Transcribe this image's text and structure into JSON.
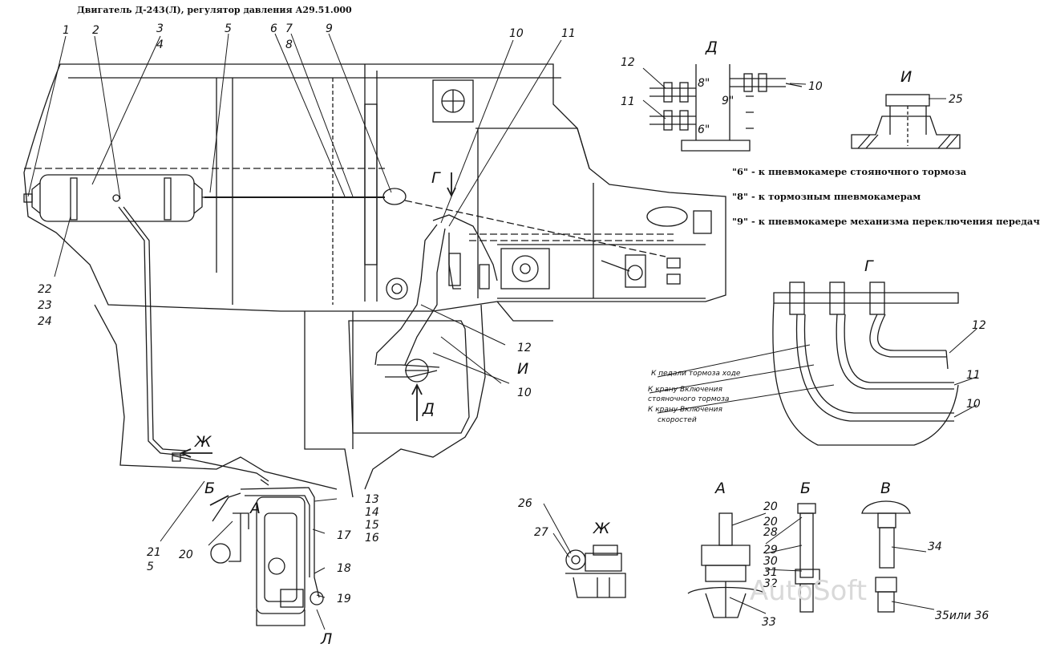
{
  "title": "Двигатель Д-243(Л), регулятор давления А29.51.000",
  "notes": [
    "\"6\" - к пневмокамере стояночного тормоза",
    "\"8\" - к тормозным пневмокамерам",
    "\"9\" - к пневмокамере механизма переключения передач"
  ],
  "view_labels": [
    "Д",
    "И",
    "Г",
    "Ж",
    "А",
    "Б",
    "В",
    "Л"
  ],
  "detail_d_marks": [
    "8\"",
    "9\"",
    "6\""
  ],
  "detail_g_labels": [
    "К педали тормоза ходе",
    "К крану Включения",
    "стояночного тормоза",
    "К крану Включения",
    "скоростей"
  ],
  "callouts_main": [
    "1",
    "2",
    "3",
    "4",
    "5",
    "6",
    "7",
    "8",
    "9",
    "10",
    "11",
    "22",
    "23",
    "24",
    "12",
    "10",
    "21",
    "5",
    "20",
    "13",
    "14",
    "15",
    "16",
    "17",
    "18",
    "19"
  ],
  "callouts_details": [
    "12",
    "11",
    "10",
    "25",
    "12",
    "11",
    "10",
    "26",
    "27",
    "20",
    "20",
    "28",
    "29",
    "30",
    "31",
    "32",
    "33",
    "34",
    "35или 36"
  ],
  "watermark": "AutoSoft"
}
